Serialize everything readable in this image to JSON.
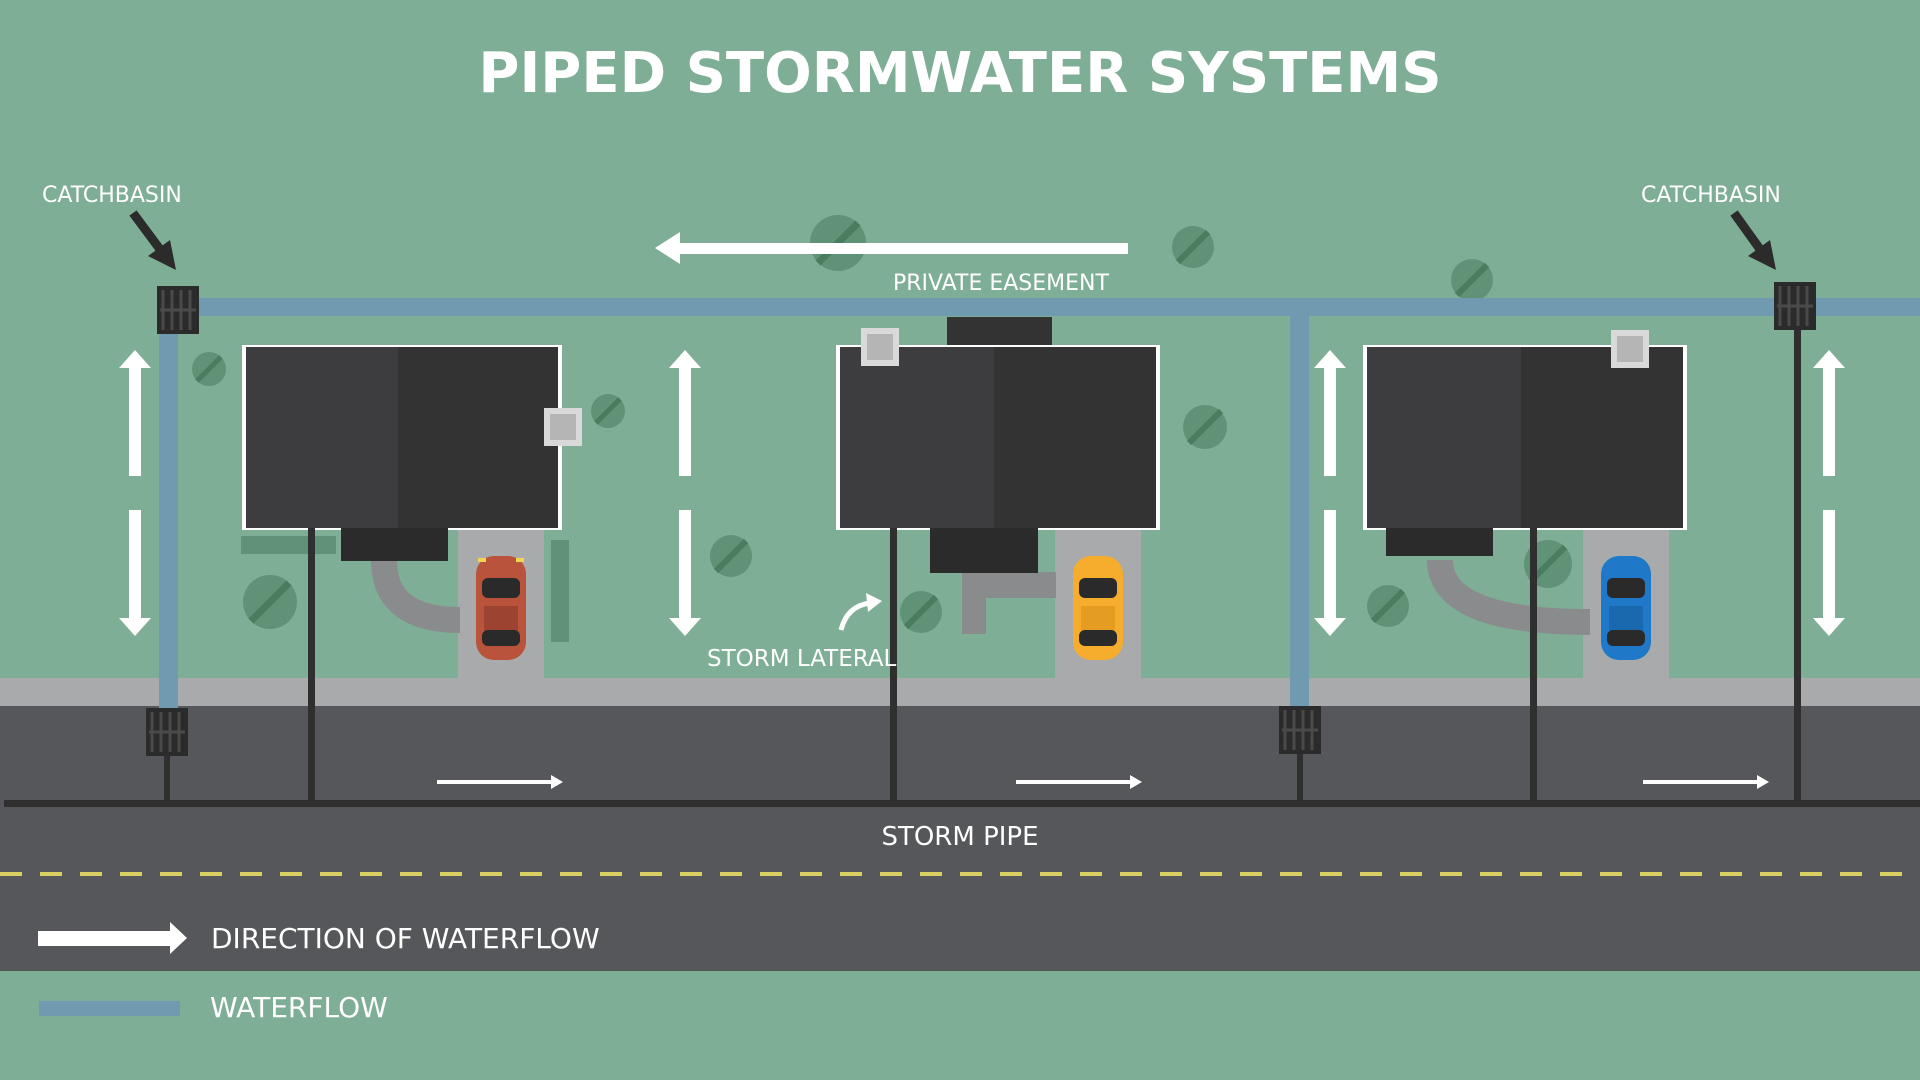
{
  "title": "PIPED STORMWATER SYSTEMS",
  "labels": {
    "catchbasin_left": "CATCHBASIN",
    "catchbasin_right": "CATCHBASIN",
    "private_easement": "PRIVATE EASEMENT",
    "storm_lateral": "STORM LATERAL",
    "storm_pipe": "STORM PIPE"
  },
  "legend": [
    {
      "symbol": "white-arrow",
      "label": "DIRECTION OF WATERFLOW"
    },
    {
      "symbol": "blue-line",
      "label": "WATERFLOW"
    }
  ],
  "colors": {
    "background": "#7fae96",
    "road": "#56575a",
    "sidewalk": "#a9aaab",
    "house": "#333333",
    "pipe": "#2f2f2f",
    "waterflow": "#6f9ab0",
    "lane_marking": "#d9cf62",
    "cars": [
      "#b9533b",
      "#f6ad2d",
      "#1f78c8"
    ]
  }
}
